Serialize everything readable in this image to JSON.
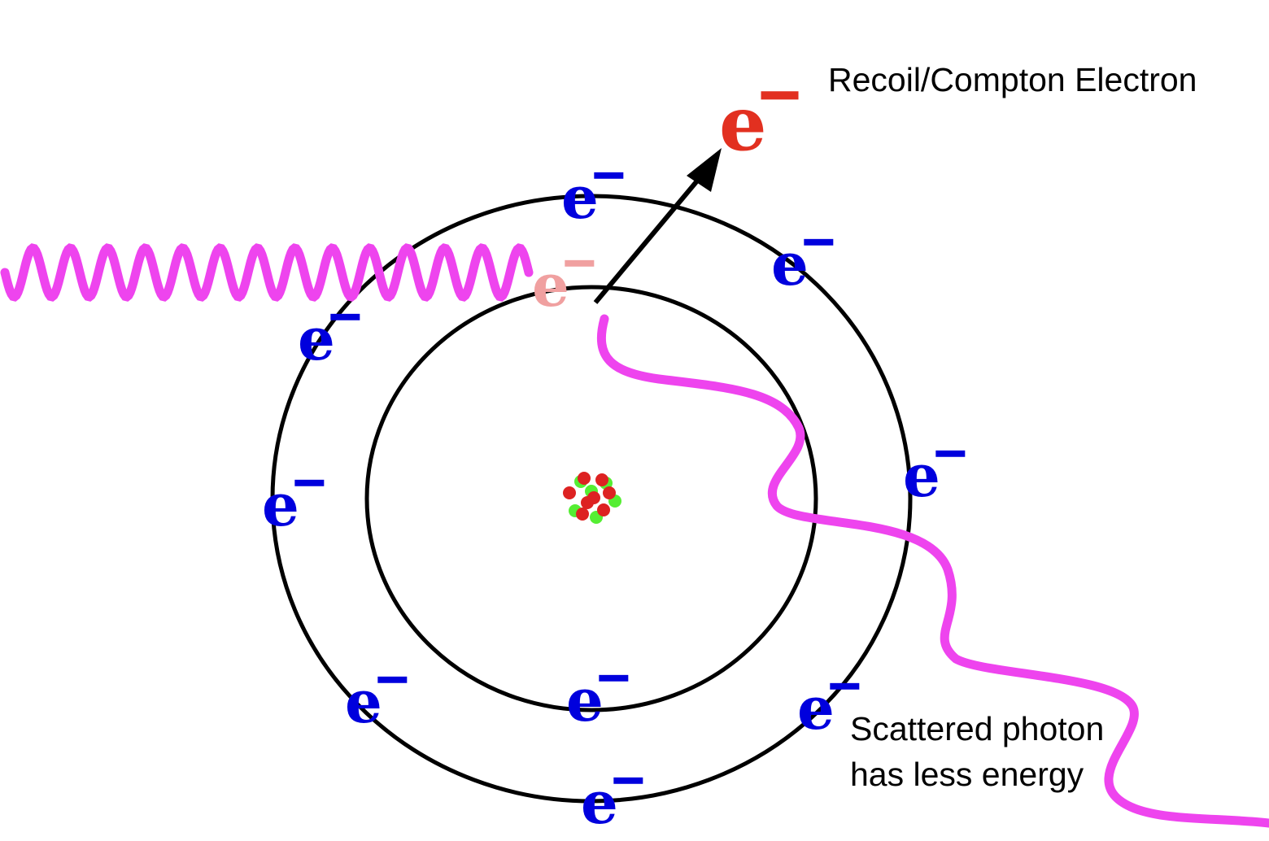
{
  "colors": {
    "background": "#ffffff",
    "orbit": "#000000",
    "bound_electron": "#0000dd",
    "ejected_electron": "#e23020",
    "vacated_electron": "#f0a0a0",
    "photon": "#ee44ee",
    "proton": "#dd2222",
    "neutron": "#55ee33",
    "arrow": "#000000"
  },
  "electron_symbol": "e",
  "labels": {
    "recoil_electron": "Recoil/Compton Electron",
    "scattered_line1": "Scattered photon",
    "scattered_line2": "has less energy"
  },
  "icons": {
    "nucleus": "nucleus-cluster",
    "incident_photon": "wavy-line",
    "scattered_photon": "wavy-line",
    "trajectory": "arrow"
  }
}
